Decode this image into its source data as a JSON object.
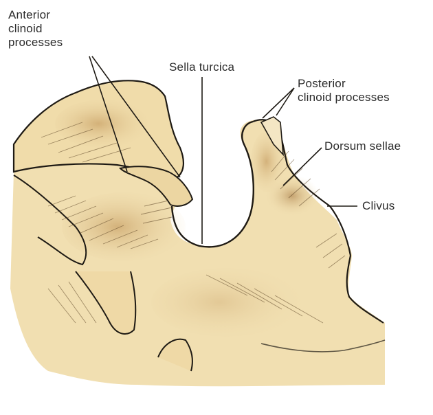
{
  "labels": {
    "anterior_clinoid": [
      "Anterior",
      "clinoid",
      "processes"
    ],
    "sella_turcica": "Sella turcica",
    "posterior_clinoid": [
      "Posterior",
      "clinoid processes"
    ],
    "dorsum_sellae": "Dorsum sellae",
    "clivus": "Clivus"
  },
  "colors": {
    "bone_fill": "#f1dfb1",
    "bone_shadow": "#c9a36a",
    "outline": "#1e1a14",
    "leader_line": "#1e1a14"
  }
}
